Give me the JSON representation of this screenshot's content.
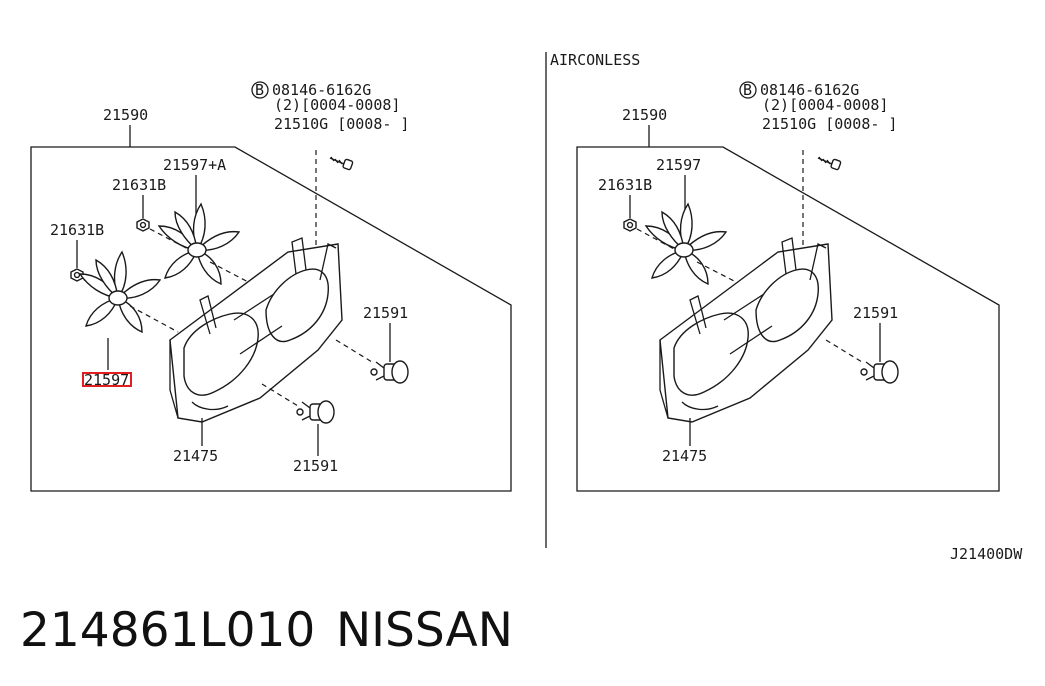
{
  "left": {
    "bolt_marker": "B",
    "bolt_part": "08146-6162G",
    "bolt_qty": "(2)[0004-0008]",
    "bolt_alt": "21510G [0008-     ]",
    "p_shroud_label": "21590",
    "p_fan_a": "21597+A",
    "p_nut_1": "21631B",
    "p_nut_2": "21631B",
    "p_fan_highlighted": "21597",
    "p_motor_right": "21591",
    "p_motor_bottom": "21591",
    "p_frame": "21475"
  },
  "right": {
    "section_title": "AIRCONLESS",
    "bolt_marker": "B",
    "bolt_part": "08146-6162G",
    "bolt_qty": "(2)[0004-0008]",
    "bolt_alt": "21510G [0008-     ]",
    "p_shroud_label": "21590",
    "p_fan": "21597",
    "p_nut": "21631B",
    "p_motor": "21591",
    "p_frame": "21475"
  },
  "diagram_code": "J21400DW",
  "footer": {
    "part_number": "214861L010",
    "brand": "NISSAN"
  },
  "colors": {
    "highlight": "#e02020",
    "ink": "#1a1a1a"
  }
}
